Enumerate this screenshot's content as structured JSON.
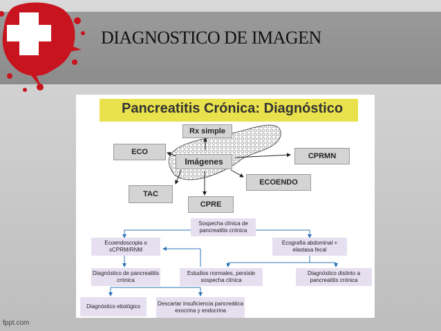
{
  "slide": {
    "title": "DIAGNOSTICO DE IMAGEN",
    "watermark": "fppt.com"
  },
  "figure": {
    "banner": "Pancreatitis Crónica: Diagnóstico",
    "center": "Imágenes",
    "modalities": {
      "rx": "Rx simple",
      "eco": "ECO",
      "cprmn": "CPRMN",
      "ecoendo": "ECOENDO",
      "tac": "TAC",
      "cpre": "CPRE"
    },
    "flow": {
      "sospecha": "Sospecha clínica de pancreatitis crónica",
      "ecoendoscopia": "Ecoendoscopia o sCPRM/RNM",
      "ecografia": "Ecografía abdominal + elastasa fecal",
      "diag_pc": "Diagnóstico de pancreatitis crónica",
      "estudios": "Estudios normales, persiste sospecha clínica",
      "diag_distinto": "Diagnóstico distinto a pancreatitis crónica",
      "etiologico": "Diagnóstico etiológico",
      "descartar": "Descartar insuficiencia pancreática exocrina y endocrina"
    }
  },
  "colors": {
    "banner": "#e9e24c",
    "arrows": "#2e75b6",
    "logo": "#c8141e"
  }
}
